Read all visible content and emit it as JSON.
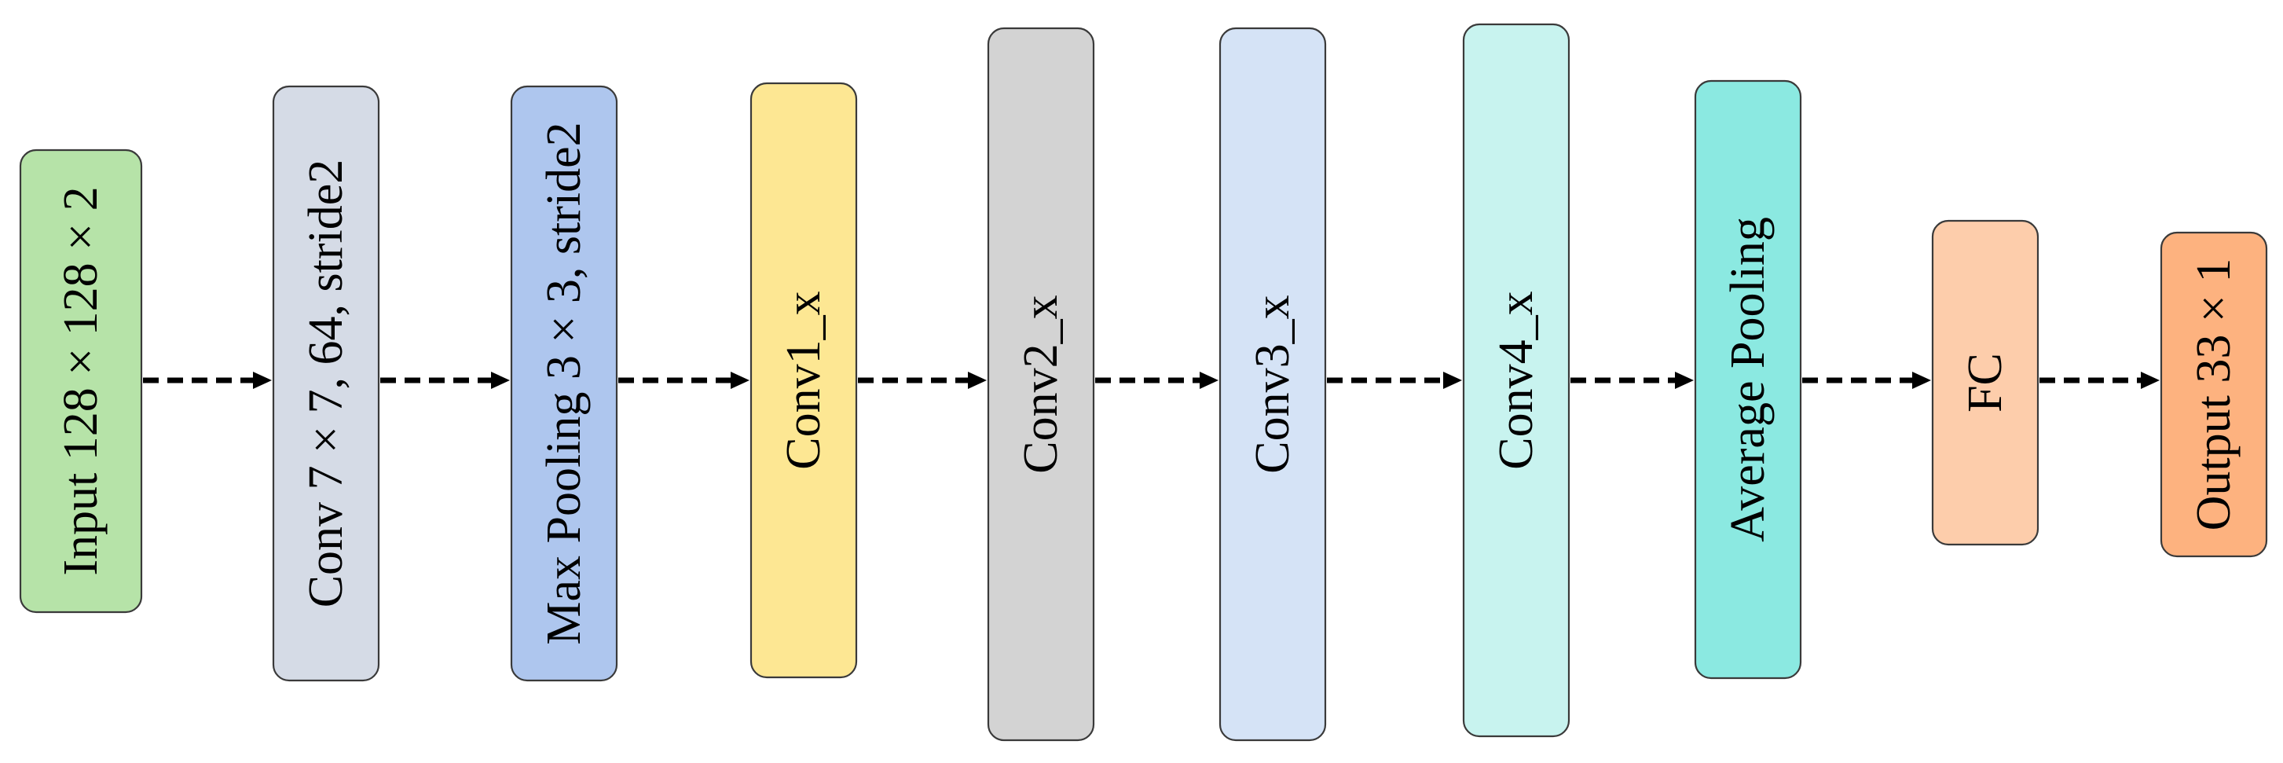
{
  "blocks": [
    {
      "id": "input",
      "label": "Input 128 × 128 × 2",
      "color": "#b6e3a8"
    },
    {
      "id": "conv7x7",
      "label": "Conv 7 × 7, 64, stride2",
      "color": "#d5dbe6"
    },
    {
      "id": "maxpool",
      "label": "Max Pooling 3 × 3, stride2",
      "color": "#aec6ee"
    },
    {
      "id": "conv1",
      "label": "Conv1_x",
      "color": "#fde793"
    },
    {
      "id": "conv2",
      "label": "Conv2_x",
      "color": "#d3d3d3"
    },
    {
      "id": "conv3",
      "label": "Conv3_x",
      "color": "#d5e3f6"
    },
    {
      "id": "conv4",
      "label": "Conv4_x",
      "color": "#c8f3ef"
    },
    {
      "id": "avgpool",
      "label": "Average Pooling",
      "color": "#8be9e1"
    },
    {
      "id": "fc",
      "label": "FC",
      "color": "#fdcdab"
    },
    {
      "id": "output",
      "label": "Output 33 × 1",
      "color": "#fdb27f"
    }
  ],
  "connections": [
    {
      "from": "input",
      "to": "conv7x7",
      "style": "dashed-arrow"
    },
    {
      "from": "conv7x7",
      "to": "maxpool",
      "style": "dashed-arrow"
    },
    {
      "from": "maxpool",
      "to": "conv1",
      "style": "dashed-arrow"
    },
    {
      "from": "conv1",
      "to": "conv2",
      "style": "dashed-arrow"
    },
    {
      "from": "conv2",
      "to": "conv3",
      "style": "dashed-arrow"
    },
    {
      "from": "conv3",
      "to": "conv4",
      "style": "dashed-arrow"
    },
    {
      "from": "conv4",
      "to": "avgpool",
      "style": "dashed-arrow"
    },
    {
      "from": "avgpool",
      "to": "fc",
      "style": "dashed-arrow"
    },
    {
      "from": "fc",
      "to": "output",
      "style": "dashed-arrow"
    }
  ]
}
